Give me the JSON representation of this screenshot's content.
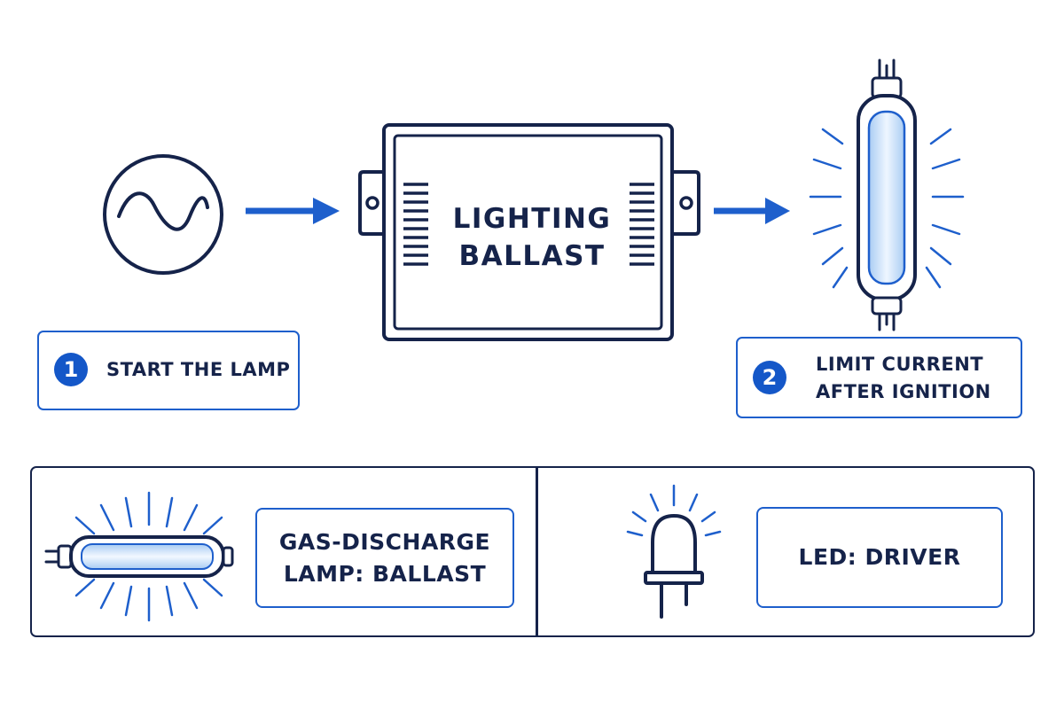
{
  "ballast": {
    "line1": "LIGHTING",
    "line2": "BALLAST"
  },
  "steps": [
    {
      "number": "1",
      "lines": [
        "START THE LAMP"
      ]
    },
    {
      "number": "2",
      "lines": [
        "LIMIT CURRENT",
        "AFTER IGNITION"
      ]
    }
  ],
  "bottom": {
    "left": {
      "line1": "GAS-DISCHARGE",
      "line2": "LAMP: BALLAST"
    },
    "right": {
      "line1": "LED: DRIVER"
    }
  },
  "colors": {
    "navy": "#15234a",
    "accent_blue": "#1e5fcc",
    "glow_blue": "#b9d7f7"
  },
  "icons": [
    "ac-source-icon",
    "arrow-right-icon",
    "ballast-box-icon",
    "tube-lamp-icon",
    "fluorescent-tube-icon",
    "led-bulb-icon"
  ]
}
